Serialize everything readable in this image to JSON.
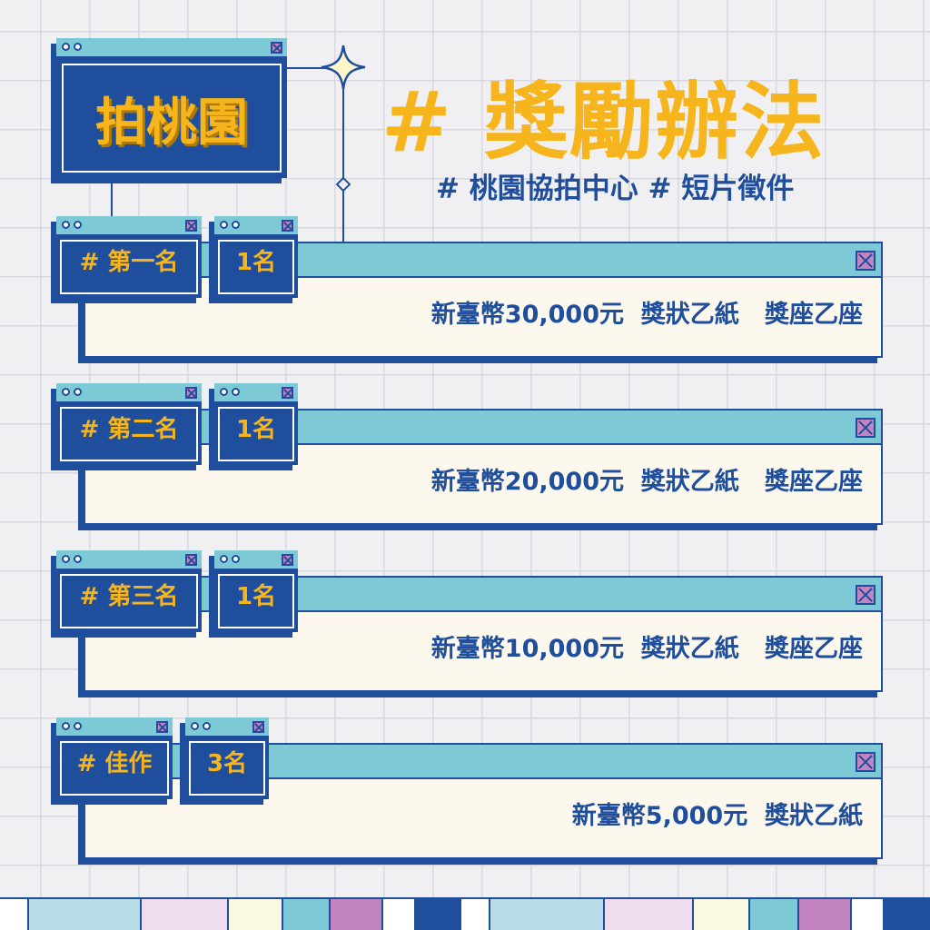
{
  "logo_window": {
    "text": "拍桃園"
  },
  "header": {
    "title": "# 獎勵辦法",
    "subtitle": "# 桃園協拍中心 # 短片徵件"
  },
  "awards": [
    {
      "rank": "# 第一名",
      "count": "1名",
      "prize": "新臺幣30,000元  獎狀乙紙   獎座乙座"
    },
    {
      "rank": "# 第二名",
      "count": "1名",
      "prize": "新臺幣20,000元  獎狀乙紙   獎座乙座"
    },
    {
      "rank": "# 第三名",
      "count": "1名",
      "prize": "新臺幣10,000元  獎狀乙紙   獎座乙座"
    },
    {
      "rank": "# 佳作",
      "count": "3名",
      "prize": "新臺幣5,000元  獎狀乙紙"
    }
  ],
  "colors": {
    "navy": "#1f4e9c",
    "yellow": "#f7b51d",
    "cyan": "#7dc9d6",
    "pink": "#c384c2",
    "cream": "#fcf8ee"
  },
  "icons": [
    "close-icon",
    "window-dot-icon",
    "sparkle-star-icon",
    "diamond-icon"
  ]
}
